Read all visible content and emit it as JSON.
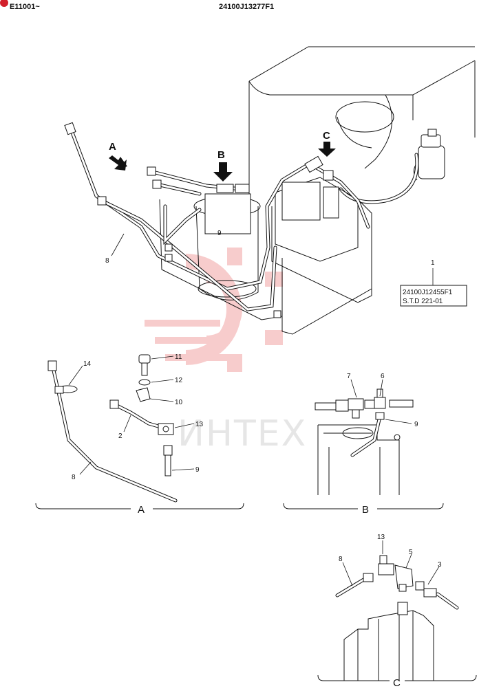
{
  "header": {
    "serial_range": "E11001~",
    "drawing_number": "24100J13277F1"
  },
  "watermark": {
    "text": "ИНТЕХ",
    "logo": "gear-logo",
    "color": "#f2b5b5"
  },
  "view_arrows": {
    "a": "A",
    "b": "B",
    "c": "C"
  },
  "reference_box": {
    "line1": "24100J12455F1",
    "line2": "S.T.D 221-01"
  },
  "callouts": {
    "main": {
      "p1": "1",
      "p8": "8",
      "p9": "9"
    },
    "view_a": {
      "p14": "14",
      "p11": "11",
      "p12": "12",
      "p10": "10",
      "p2": "2",
      "p13": "13",
      "p9": "9",
      "p8": "8"
    },
    "view_b": {
      "p7": "7",
      "p6": "6",
      "p9": "9"
    },
    "view_c": {
      "p13": "13",
      "p5": "5",
      "p8": "8",
      "p3": "3"
    }
  },
  "sections": {
    "a": "A",
    "b": "B",
    "c": "C"
  }
}
